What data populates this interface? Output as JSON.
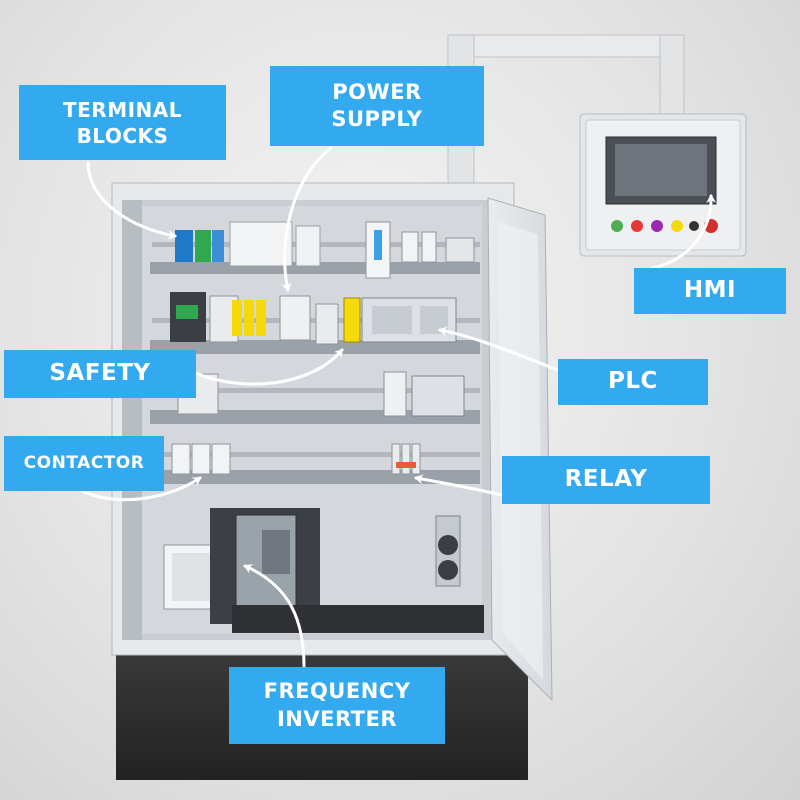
{
  "labels": {
    "terminal_blocks": [
      "TERMINAL",
      "BLOCKS"
    ],
    "power_supply": [
      "POWER",
      "SUPPLY"
    ],
    "hmi": "HMI",
    "safety": "SAFETY",
    "plc": "PLC",
    "contactor": "CONTACTOR",
    "relay": "RELAY",
    "frequency_inverter": [
      "FREQUENCY",
      "INVERTER"
    ]
  },
  "colors": {
    "label_bg": "#33aaf0",
    "label_text": "#ffffff",
    "arrow": "#ffffff",
    "cabinet_frame": "#e6e9ec",
    "cabinet_interior": "#c9ced3",
    "plinth": "#2e2e2e",
    "hmi_buttons": [
      "#4caf50",
      "#e53935",
      "#9c27b0",
      "#f5d90a",
      "#333333",
      "#d32f2f"
    ]
  }
}
